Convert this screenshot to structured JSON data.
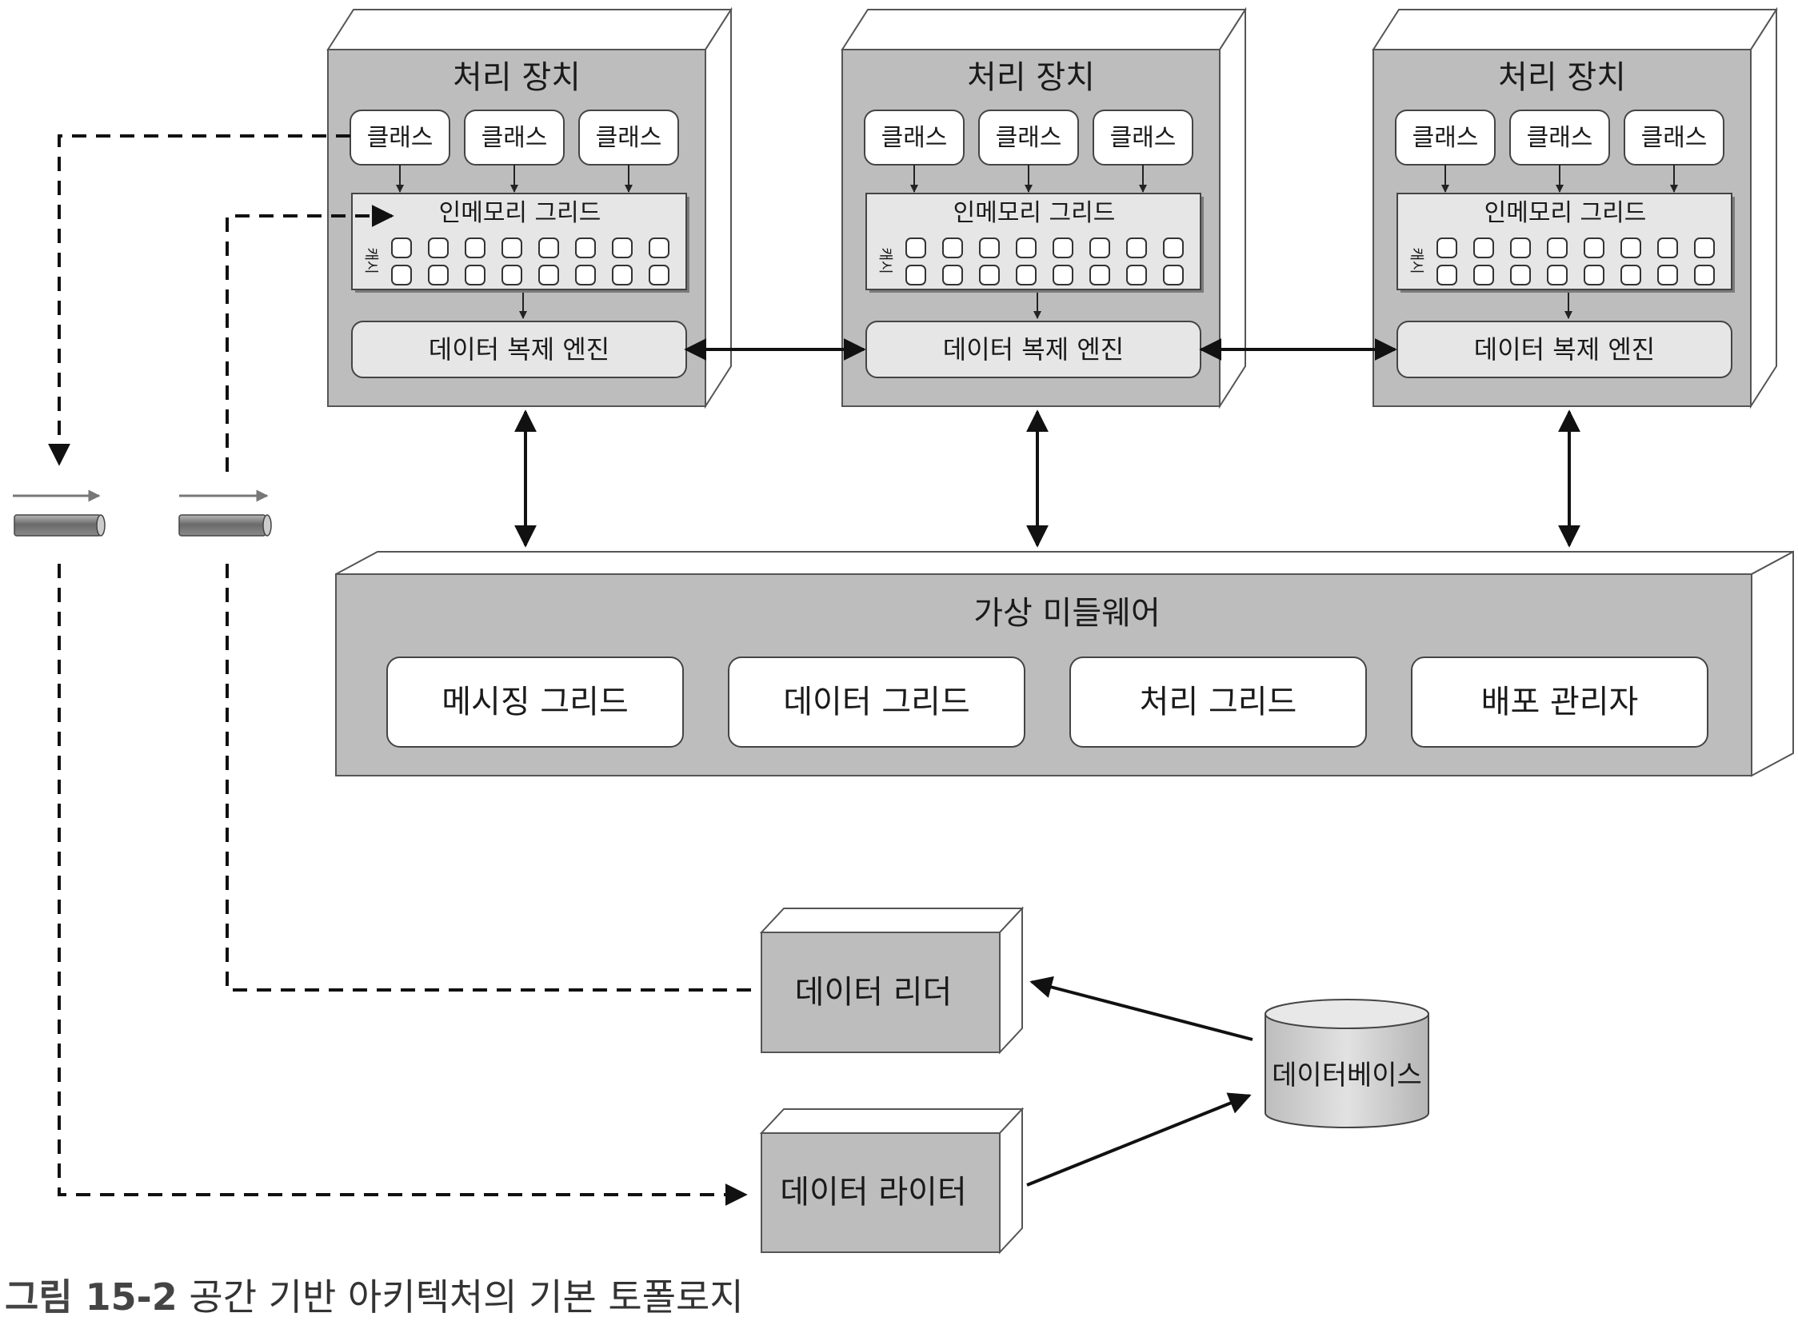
{
  "processing_units": [
    {
      "title": "처리 장치",
      "classes": [
        "클래스",
        "클래스",
        "클래스"
      ],
      "grid_label": "인메모리 그리드",
      "cache_label": "캐시",
      "engine_label": "데이터 복제 엔진"
    },
    {
      "title": "처리 장치",
      "classes": [
        "클래스",
        "클래스",
        "클래스"
      ],
      "grid_label": "인메모리 그리드",
      "cache_label": "캐시",
      "engine_label": "데이터 복제 엔진"
    },
    {
      "title": "처리 장치",
      "classes": [
        "클래스",
        "클래스",
        "클래스"
      ],
      "grid_label": "인메모리 그리드",
      "cache_label": "캐시",
      "engine_label": "데이터 복제 엔진"
    }
  ],
  "middleware": {
    "title": "가상 미들웨어",
    "components": [
      "메시징 그리드",
      "데이터 그리드",
      "처리 그리드",
      "배포 관리자"
    ]
  },
  "data_reader": "데이터 리더",
  "data_writer": "데이터 라이터",
  "database": "데이터베이스",
  "caption": {
    "number": "그림 15-2",
    "text": "공간 기반 아키텍처의 기본 토폴로지"
  }
}
